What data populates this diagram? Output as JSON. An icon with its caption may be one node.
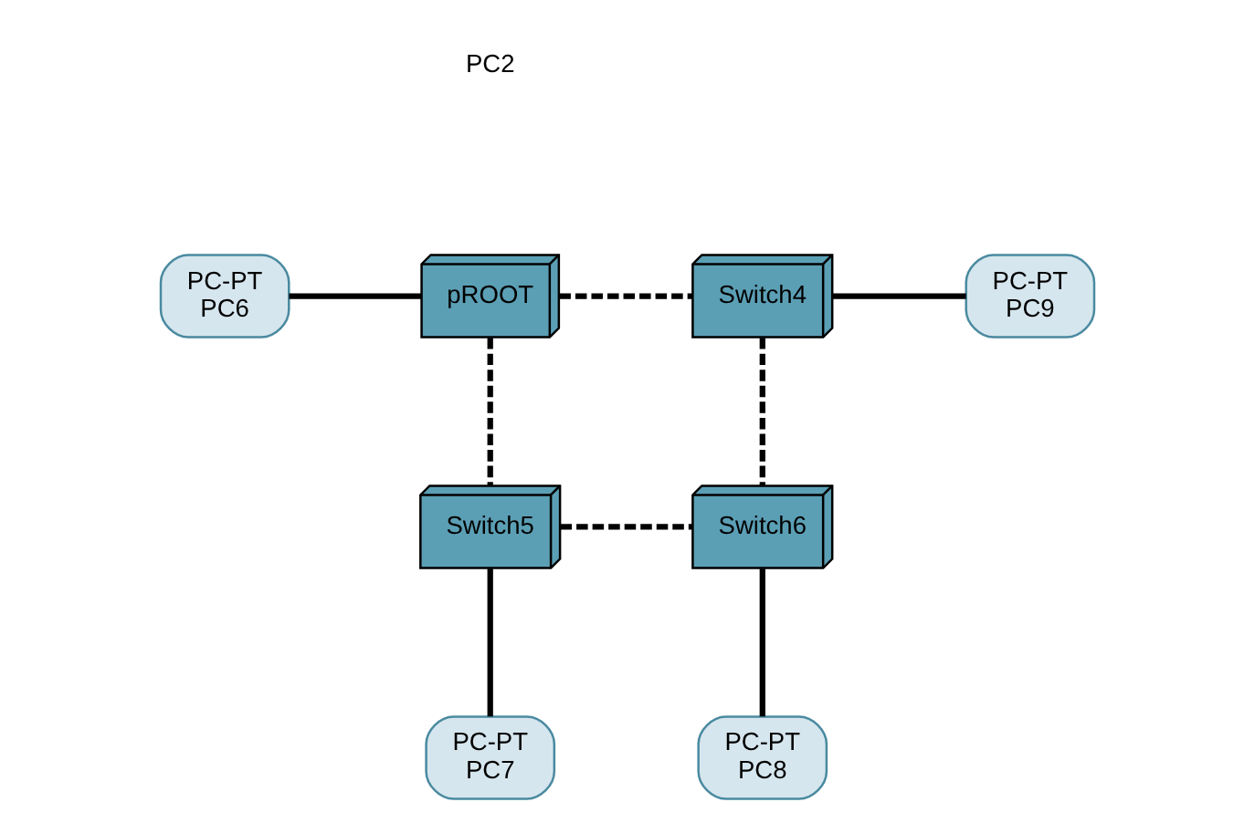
{
  "diagram": {
    "nodes": [
      {
        "text": [
          "PC-PT",
          "PC6"
        ]
      },
      {
        "text": [
          "pROOT"
        ]
      },
      {
        "text": [
          "Switch4"
        ]
      },
      {
        "text": [
          "PC-PT",
          "PC9"
        ]
      },
      {
        "text": [
          "Switch5"
        ]
      },
      {
        "text": [
          "Switch6"
        ]
      },
      {
        "text": [
          "PC-PT",
          "PC7"
        ]
      },
      {
        "text": [
          "PC-PT",
          "PC8"
        ]
      }
    ],
    "edges": [
      {
        "from": 0,
        "to": 1,
        "arrow": "none"
      },
      {
        "from": 1,
        "to": 2,
        "arrow": "none",
        "style": "dashed"
      },
      {
        "from": 2,
        "to": 3,
        "arrow": "none"
      },
      {
        "from": 1,
        "to": 4,
        "arrow": "none",
        "style": "dashed"
      },
      {
        "from": 2,
        "to": 5,
        "arrow": "none",
        "style": "dashed"
      },
      {
        "from": 4,
        "to": 5,
        "arrow": "none",
        "style": "dashed"
      },
      {
        "from": 4,
        "to": 6,
        "arrow": "none"
      },
      {
        "from": 5,
        "to": 7,
        "arrow": "none"
      }
    ],
    "labels": [
      "PC2"
    ]
  }
}
